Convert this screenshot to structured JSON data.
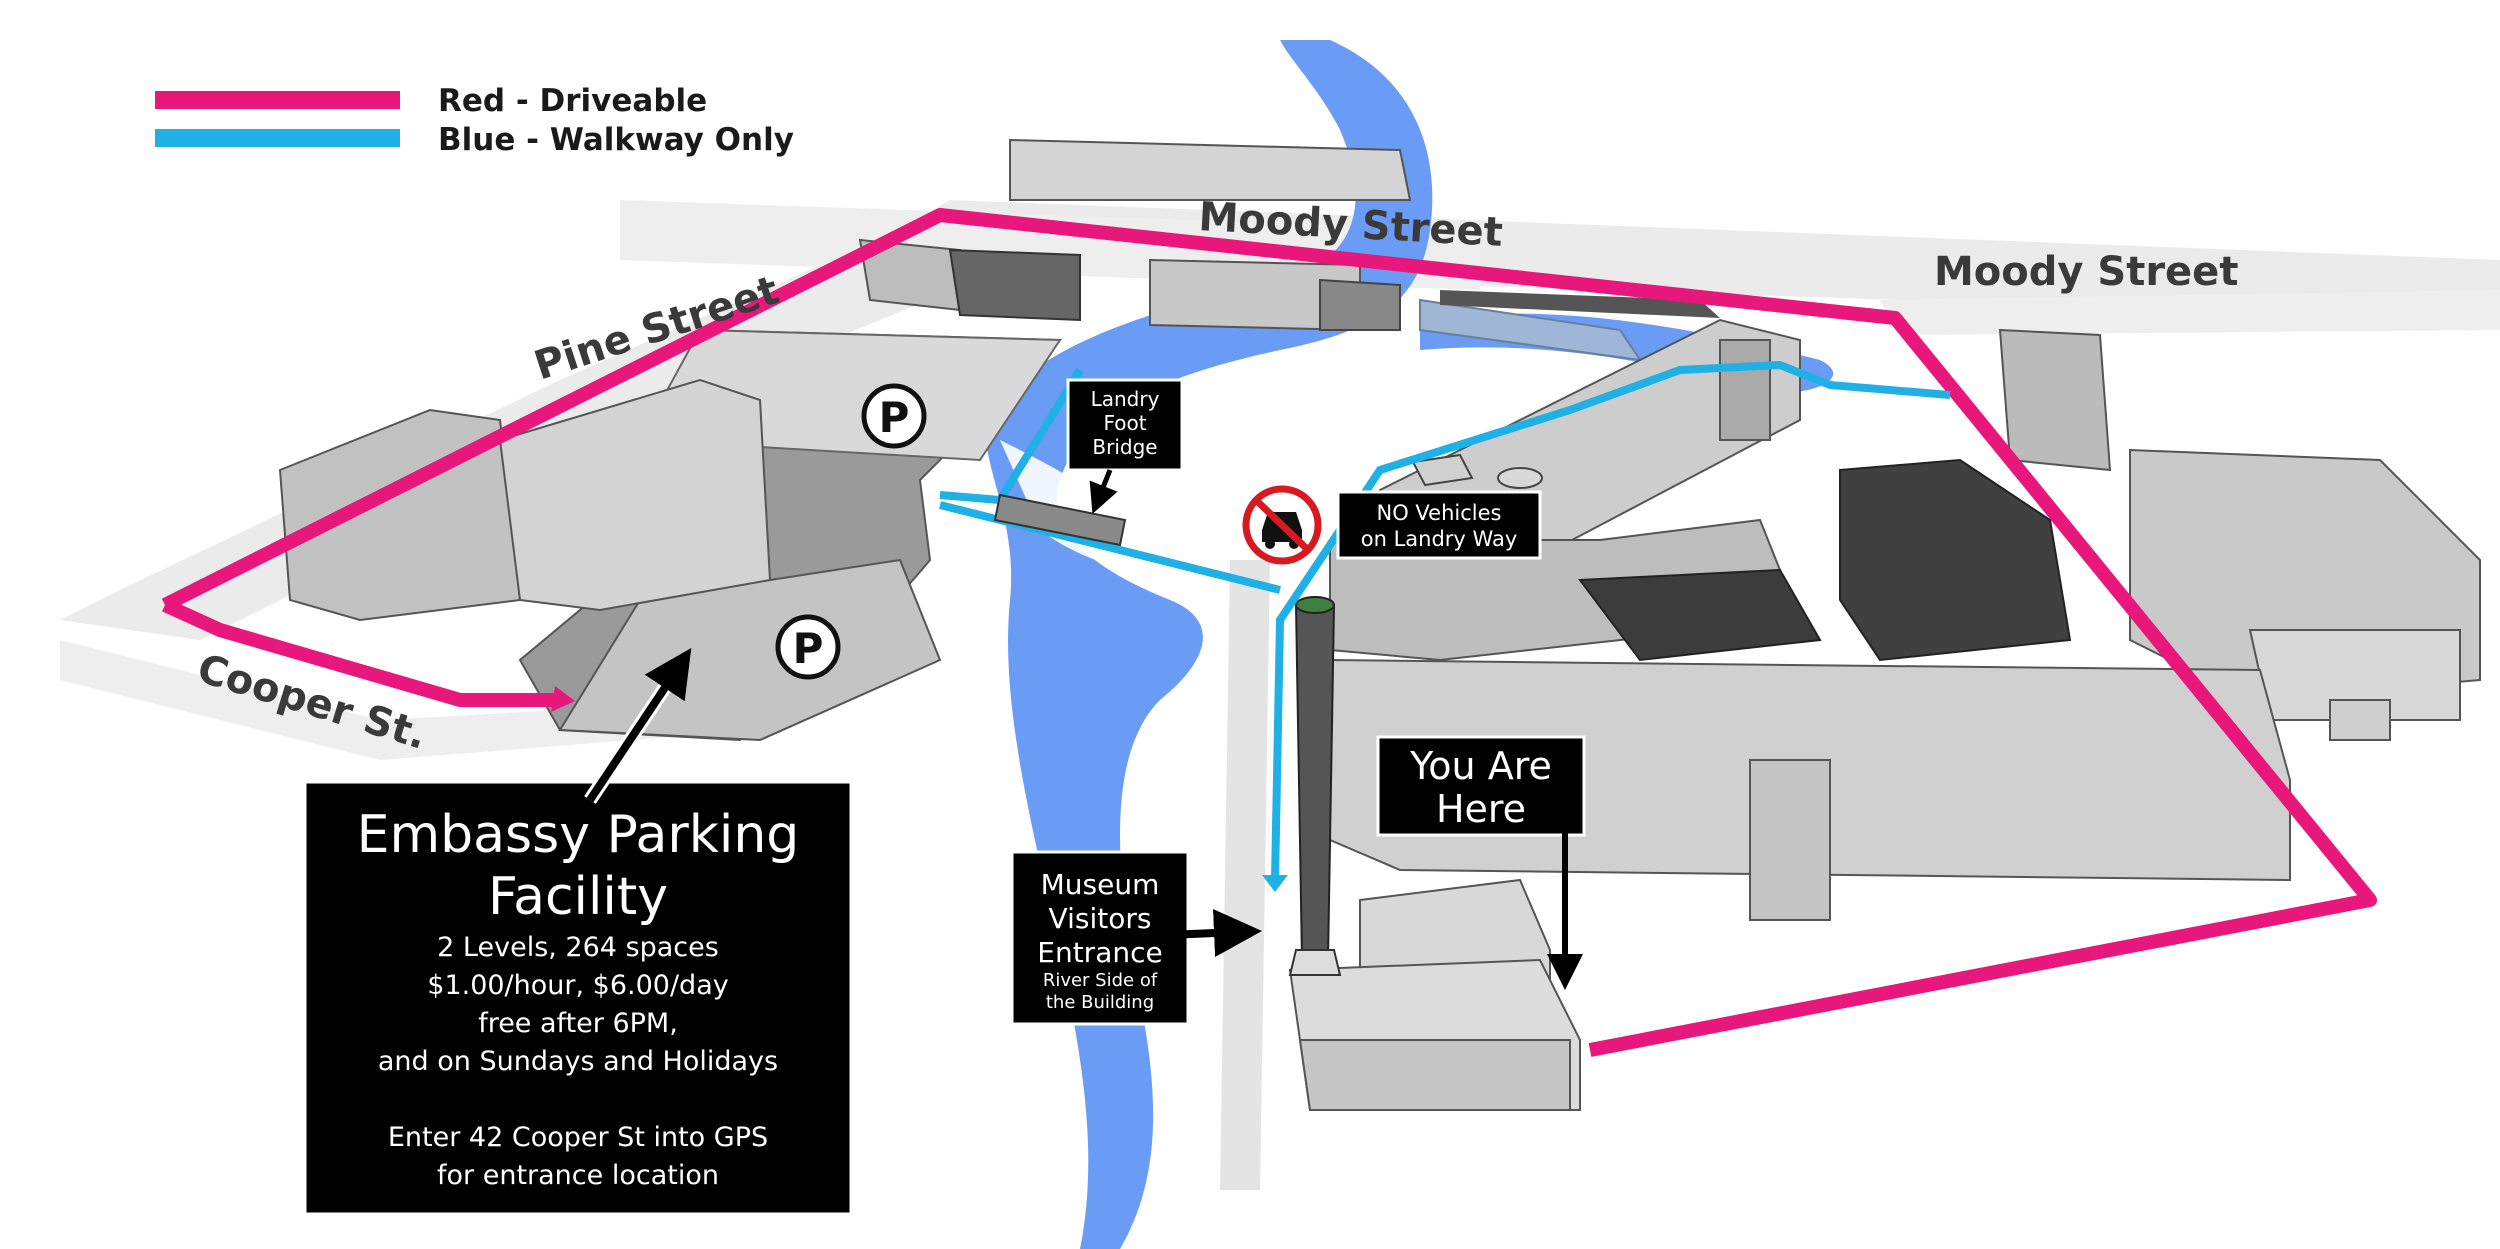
{
  "legend": {
    "driveable_label": "Red - Driveable",
    "walkway_label": "Blue - Walkway Only",
    "driveable_color": "#e8177b",
    "walkway_color": "#1fb0e6"
  },
  "streets": {
    "moody_center": "Moody Street",
    "moody_right": "Moody Street",
    "pine": "Pine Street",
    "cooper": "Cooper St."
  },
  "parking_symbol": "P",
  "footbridge": {
    "line1": "Landry",
    "line2": "Foot",
    "line3": "Bridge"
  },
  "no_vehicles": {
    "line1": "NO Vehicles",
    "line2": "on Landry Way"
  },
  "you_are_here": {
    "line1": "You Are",
    "line2": "Here"
  },
  "museum_entrance": {
    "line1": "Museum",
    "line2": "Visitors",
    "line3": "Entrance",
    "line4": "River Side of",
    "line5": "the Building"
  },
  "parking_info": {
    "title1": "Embassy Parking",
    "title2": "Facility",
    "line1": "2 Levels, 264 spaces",
    "line2": "$1.00/hour, $6.00/day",
    "line3": "free after 6PM,",
    "line4": "and on Sundays and Holidays",
    "line5": "Enter 42 Cooper St into GPS",
    "line6": "for entrance location"
  },
  "colors": {
    "river": "#6a9cf5",
    "building": "#cfcfcf",
    "building_dark": "#3c3c3c",
    "road": "#e6e6e6"
  }
}
